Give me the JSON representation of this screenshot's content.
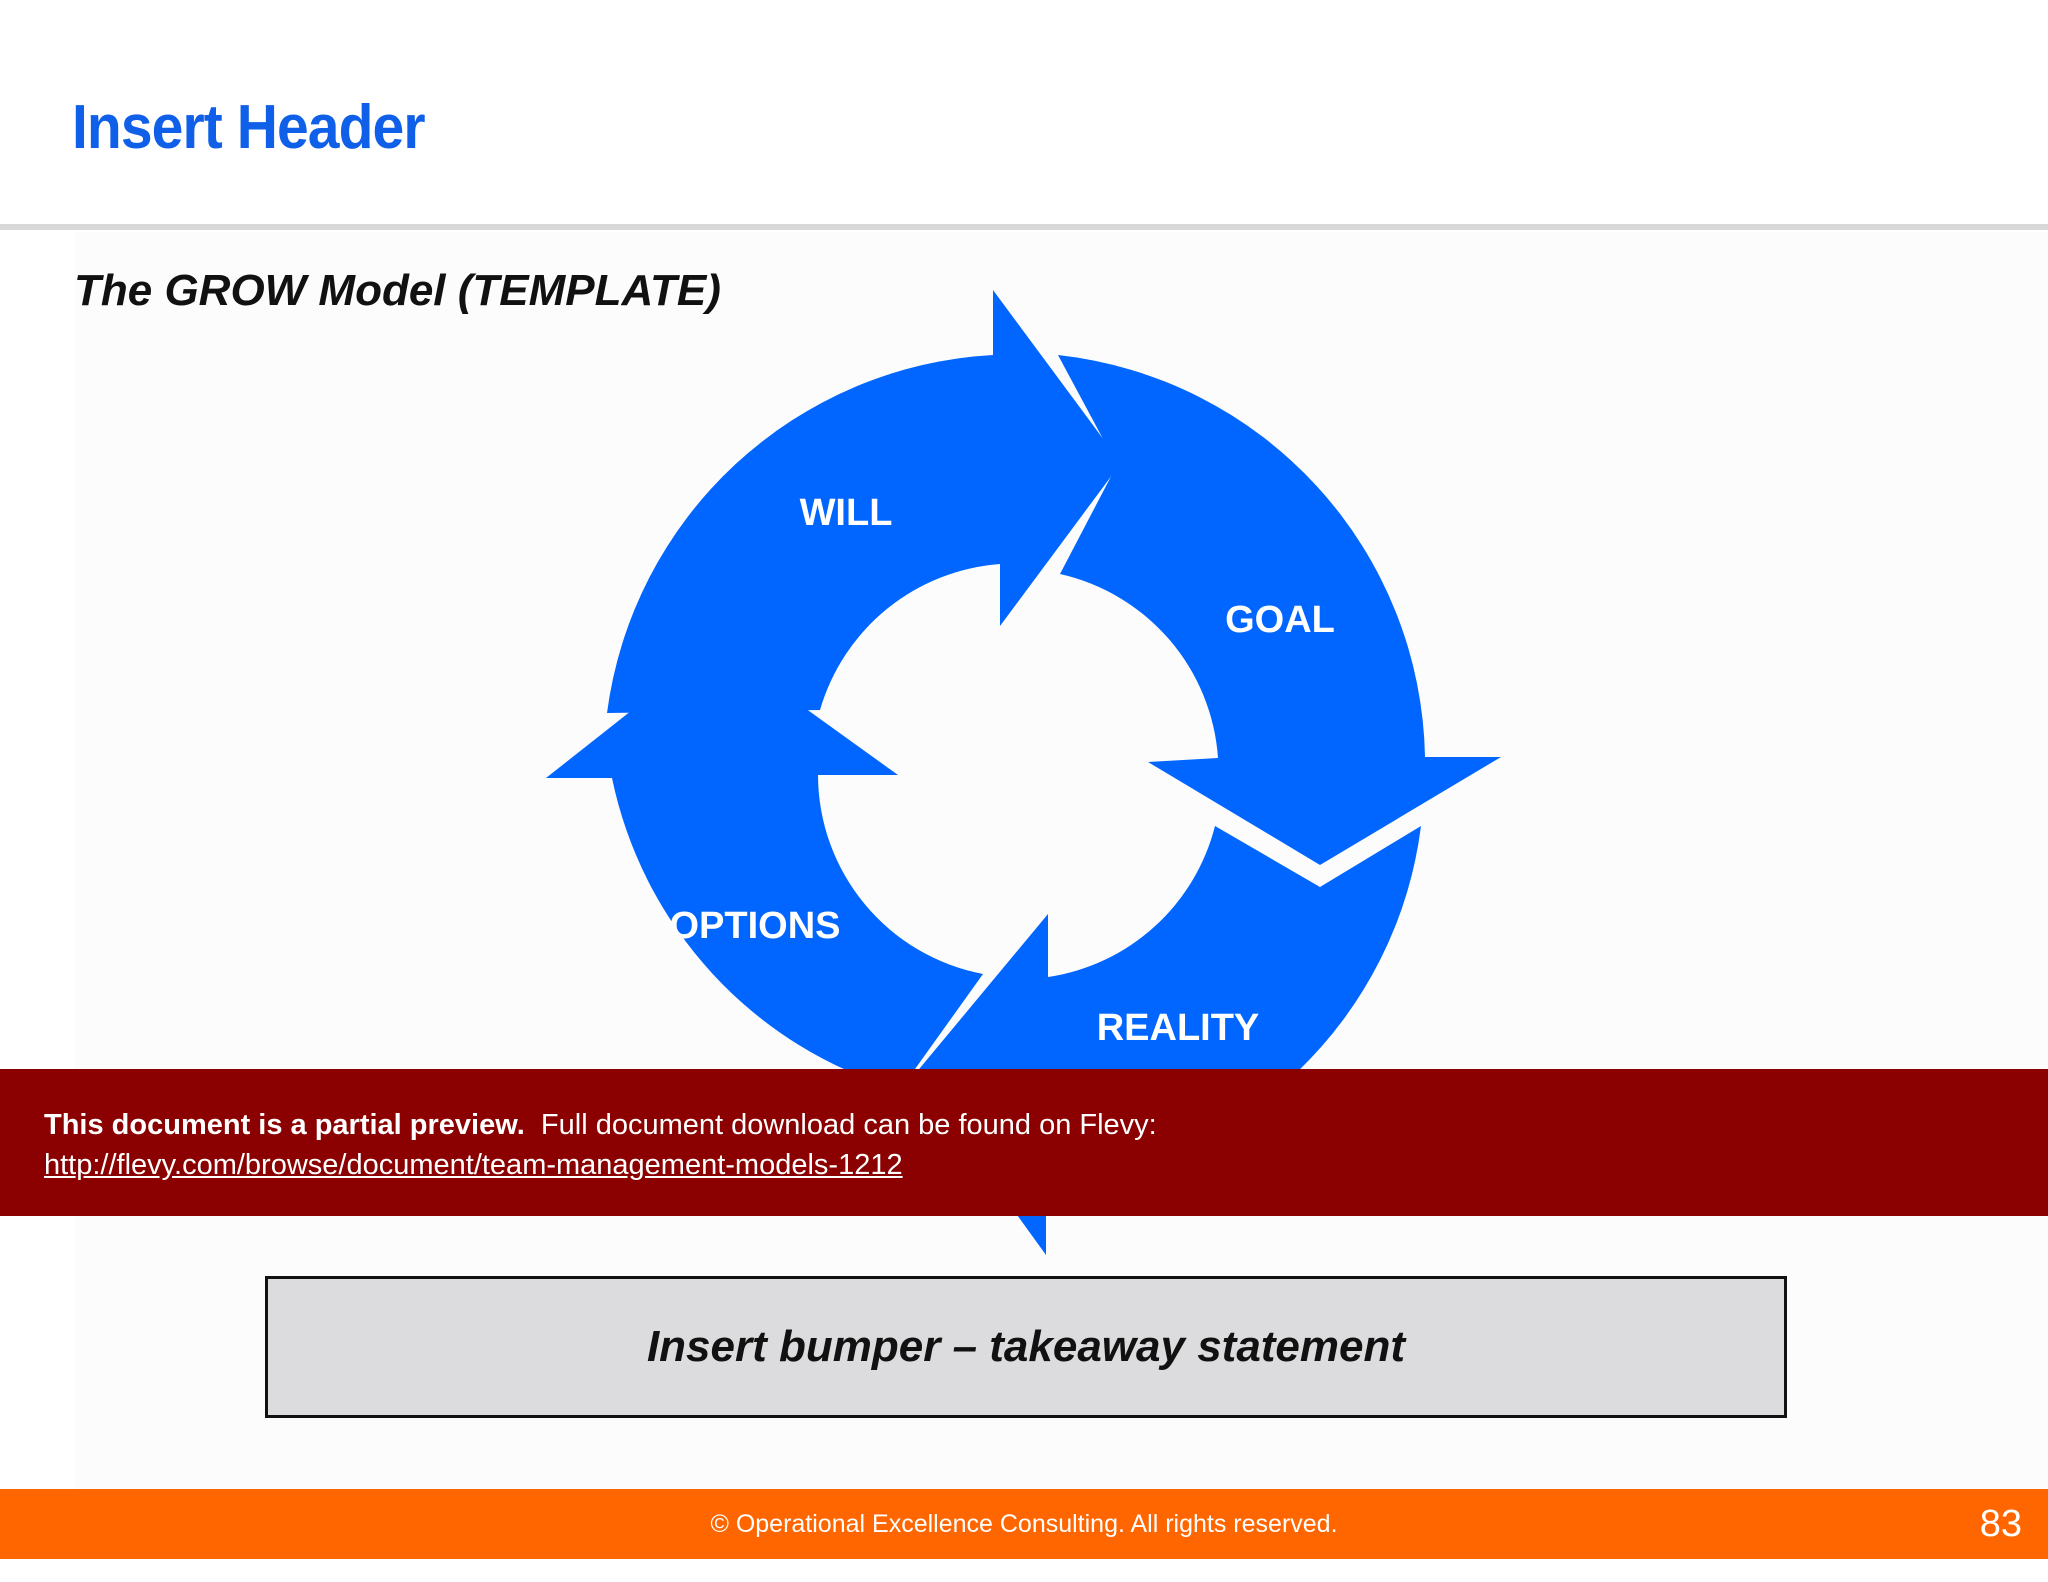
{
  "header": {
    "title": "Insert Header"
  },
  "subtitle": "The GROW Model (TEMPLATE)",
  "cycle": {
    "color": "#0066ff",
    "segments": [
      {
        "label": "WILL"
      },
      {
        "label": "GOAL"
      },
      {
        "label": "REALITY"
      },
      {
        "label": "OPTIONS"
      }
    ]
  },
  "preview_banner": {
    "bold_text": "This document is a partial preview.",
    "text": "Full document download can be found on Flevy:",
    "link": "http://flevy.com/browse/document/team-management-models-1212",
    "color": "#8b0000"
  },
  "bumper": {
    "text": "Insert bumper – takeaway statement"
  },
  "footer": {
    "copyright": "© Operational Excellence Consulting.  All rights reserved.",
    "page_number": "83",
    "color": "#ff6600"
  }
}
